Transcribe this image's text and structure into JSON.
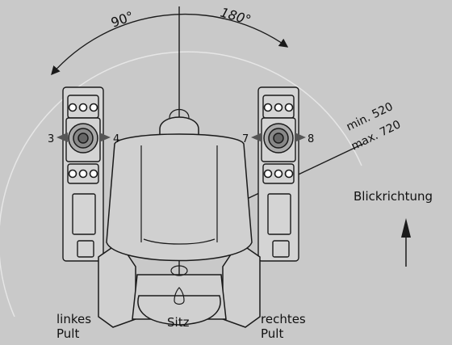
{
  "angles": {
    "left": "90°",
    "right": "180°"
  },
  "distance": {
    "min": "min.  520",
    "max": "max. 720"
  },
  "direction_label": "Blickrichtung",
  "left_console": {
    "line1": "linkes",
    "line2": "Pult",
    "num_a": "3",
    "num_b": "4"
  },
  "right_console": {
    "line1": "rechtes",
    "line2": "Pult",
    "num_a": "7",
    "num_b": "8"
  },
  "seat_label": "Sitz",
  "colors": {
    "background": "#c9c9c9",
    "outline": "#1a1a1a",
    "thin_arc": "#e6e6e6"
  }
}
